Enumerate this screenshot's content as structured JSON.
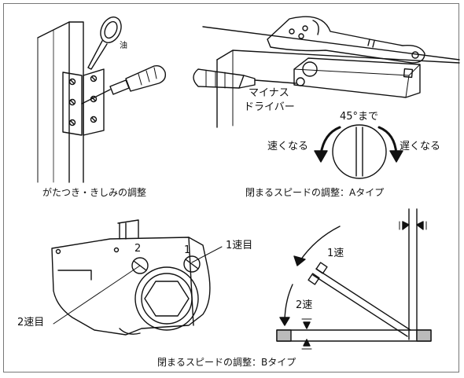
{
  "panels": {
    "hinge": {
      "caption": "がたつき・きしみの調整",
      "oil_label": "油"
    },
    "type_a": {
      "caption": "閉まるスピードの調整：Aタイプ",
      "driver_label_line1": "マイナス",
      "driver_label_line2": "ドライバー",
      "angle_label": "45°まで",
      "slower_label": "遅くなる",
      "faster_label": "速くなる"
    },
    "type_b": {
      "caption": "閉まるスピードの調整：Bタイプ",
      "speed1_label": "1速目",
      "speed2_label": "2速目",
      "valve1_num": "1",
      "valve2_num": "2",
      "zone1_label": "1速",
      "zone2_label": "2速"
    }
  },
  "icons": [
    "oil-can-icon",
    "screwdriver-icon",
    "rotate-arrow-icon",
    "screw-slot-icon",
    "hex-nut-icon",
    "hinge-icon"
  ]
}
